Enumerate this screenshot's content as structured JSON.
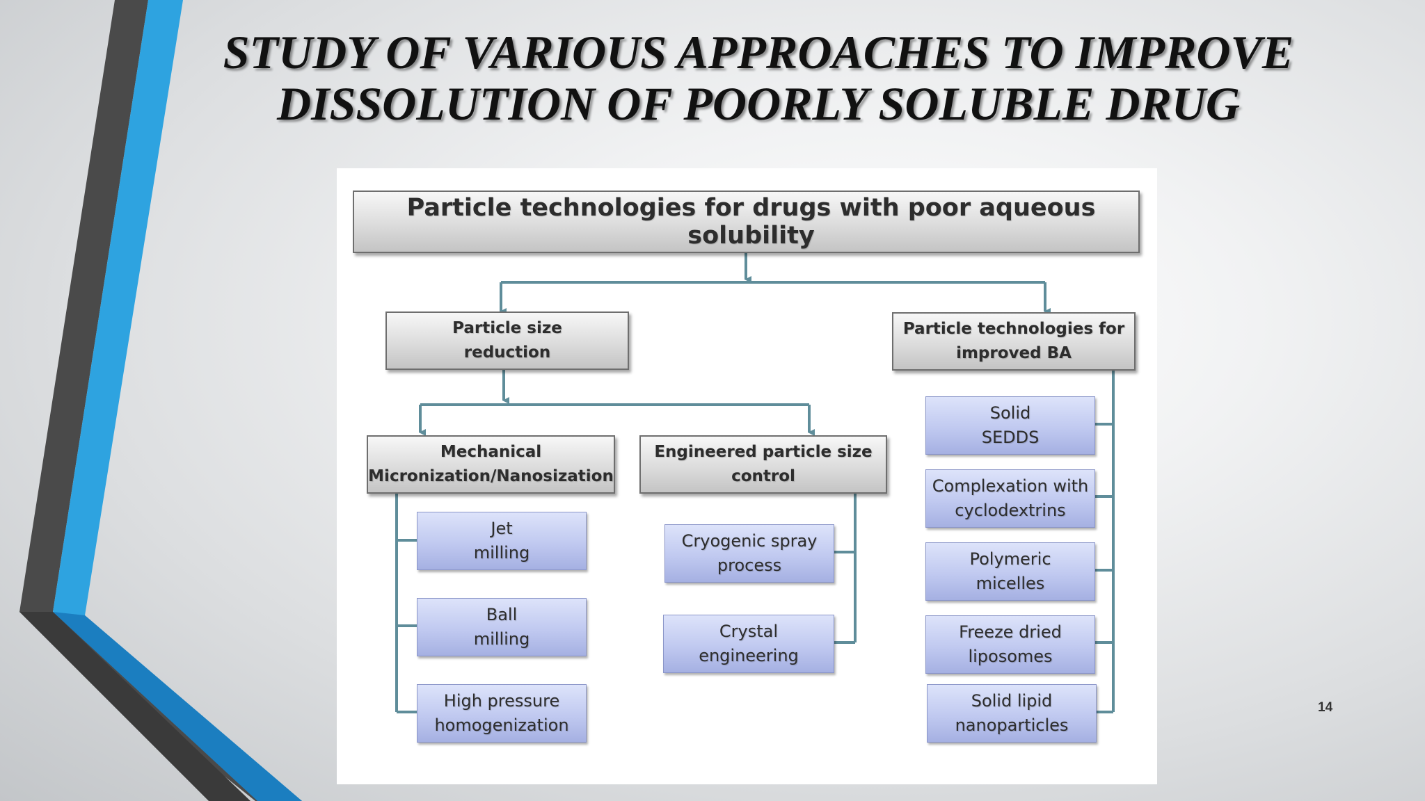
{
  "slide": {
    "title_line1": "STUDY OF VARIOUS APPROACHES TO IMPROVE",
    "title_line2": "DISSOLUTION OF POORLY SOLUBLE DRUG",
    "page_number": "14"
  },
  "diagram": {
    "root": "Particle technologies for drugs with poor aqueous solubility",
    "size_reduction": {
      "line1": "Particle size",
      "line2": "reduction"
    },
    "improved_ba": {
      "line1": "Particle technologies for",
      "line2": "improved BA"
    },
    "mechanical": {
      "line1": "Mechanical",
      "line2": "Micronization/Nanosization"
    },
    "engineered": {
      "line1": "Engineered particle size",
      "line2": "control"
    },
    "mechanical_items": [
      {
        "line1": "Jet",
        "line2": "milling"
      },
      {
        "line1": "Ball",
        "line2": "milling"
      },
      {
        "line1": "High pressure",
        "line2": "homogenization"
      }
    ],
    "engineered_items": [
      {
        "line1": "Cryogenic spray",
        "line2": "process"
      },
      {
        "line1": "Crystal",
        "line2": "engineering"
      }
    ],
    "ba_items": [
      {
        "line1": "Solid",
        "line2": "SEDDS"
      },
      {
        "line1": "Complexation with",
        "line2": "cyclodextrins"
      },
      {
        "line1": "Polymeric",
        "line2": "micelles"
      },
      {
        "line1": "Freeze dried",
        "line2": "liposomes"
      },
      {
        "line1": "Solid lipid",
        "line2": "nanoparticles"
      }
    ],
    "colors": {
      "connector": "#5f8d9a",
      "grey_box": "#d4d4d4",
      "blue_box": "#b4bdeb"
    }
  },
  "decor": {
    "colors": {
      "dark_stripe": "#4a4a4a",
      "blue_stripe": "#2ea3e0",
      "deep_blue": "#1b7ec0"
    }
  }
}
